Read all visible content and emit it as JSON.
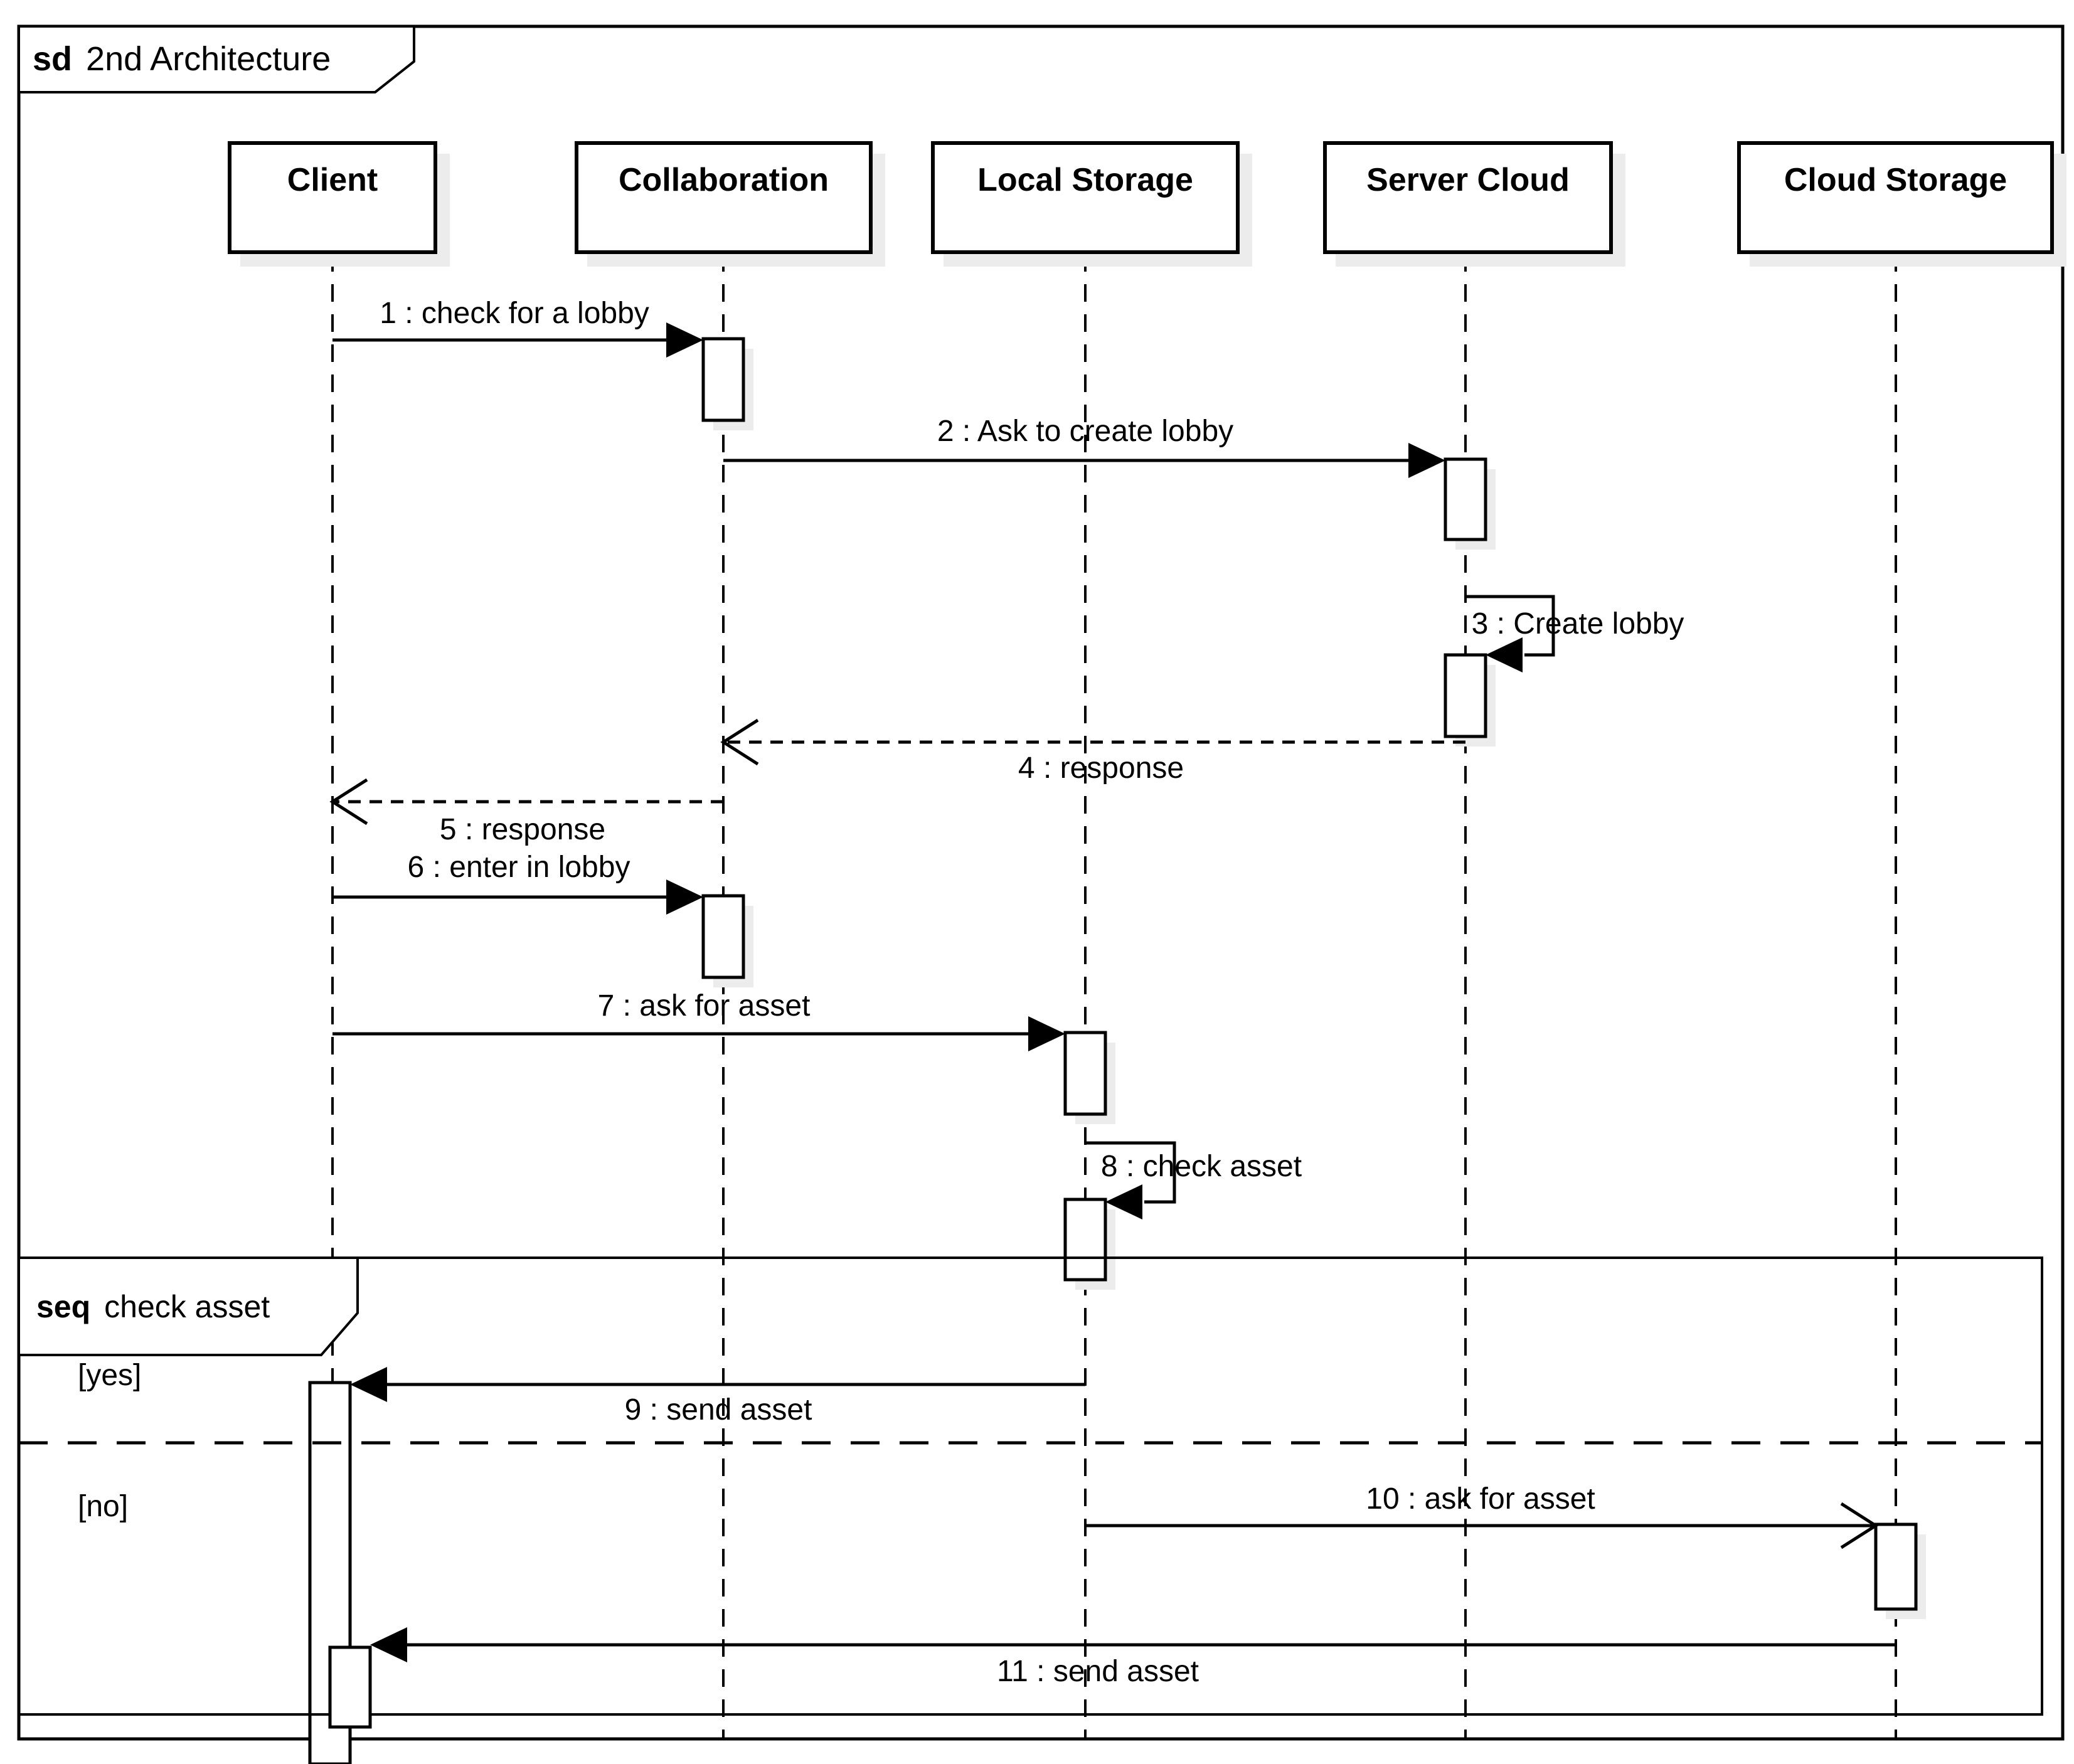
{
  "diagram": {
    "frame": {
      "keyword": "sd",
      "title": "2nd Architecture"
    },
    "fragment": {
      "keyword": "seq",
      "title": "check asset",
      "guard_yes": "[yes]",
      "guard_no": "[no]"
    },
    "lifelines": [
      {
        "name": "Client"
      },
      {
        "name": "Collaboration"
      },
      {
        "name": "Local Storage"
      },
      {
        "name": "Server Cloud"
      },
      {
        "name": "Cloud Storage"
      }
    ],
    "messages": [
      {
        "label": "1 : check for a lobby",
        "from": "Client",
        "to": "Collaboration",
        "line": "solid",
        "head": "filled"
      },
      {
        "label": "2 : Ask to create lobby",
        "from": "Collaboration",
        "to": "Server Cloud",
        "line": "solid",
        "head": "filled"
      },
      {
        "label": "3 : Create lobby",
        "from": "Server Cloud",
        "to": "Server Cloud",
        "line": "solid",
        "head": "filled"
      },
      {
        "label": "4 : response",
        "from": "Server Cloud",
        "to": "Collaboration",
        "line": "dashed",
        "head": "open"
      },
      {
        "label": "5 : response",
        "from": "Collaboration",
        "to": "Client",
        "line": "dashed",
        "head": "open"
      },
      {
        "label": "6 : enter in lobby",
        "from": "Client",
        "to": "Collaboration",
        "line": "solid",
        "head": "filled"
      },
      {
        "label": "7 : ask for asset",
        "from": "Client",
        "to": "Local Storage",
        "line": "solid",
        "head": "filled"
      },
      {
        "label": "8 : check asset",
        "from": "Local Storage",
        "to": "Local Storage",
        "line": "solid",
        "head": "filled"
      },
      {
        "label": "9 : send asset",
        "from": "Local Storage",
        "to": "Client",
        "line": "solid",
        "head": "filled"
      },
      {
        "label": "10 : ask for asset",
        "from": "Local Storage",
        "to": "Cloud Storage",
        "line": "solid",
        "head": "open"
      },
      {
        "label": "11 : send asset",
        "from": "Cloud Storage",
        "to": "Client",
        "line": "solid",
        "head": "filled"
      }
    ],
    "colors": {
      "line": "#000000",
      "fill": "#ffffff",
      "shadow": "#ececec"
    }
  }
}
